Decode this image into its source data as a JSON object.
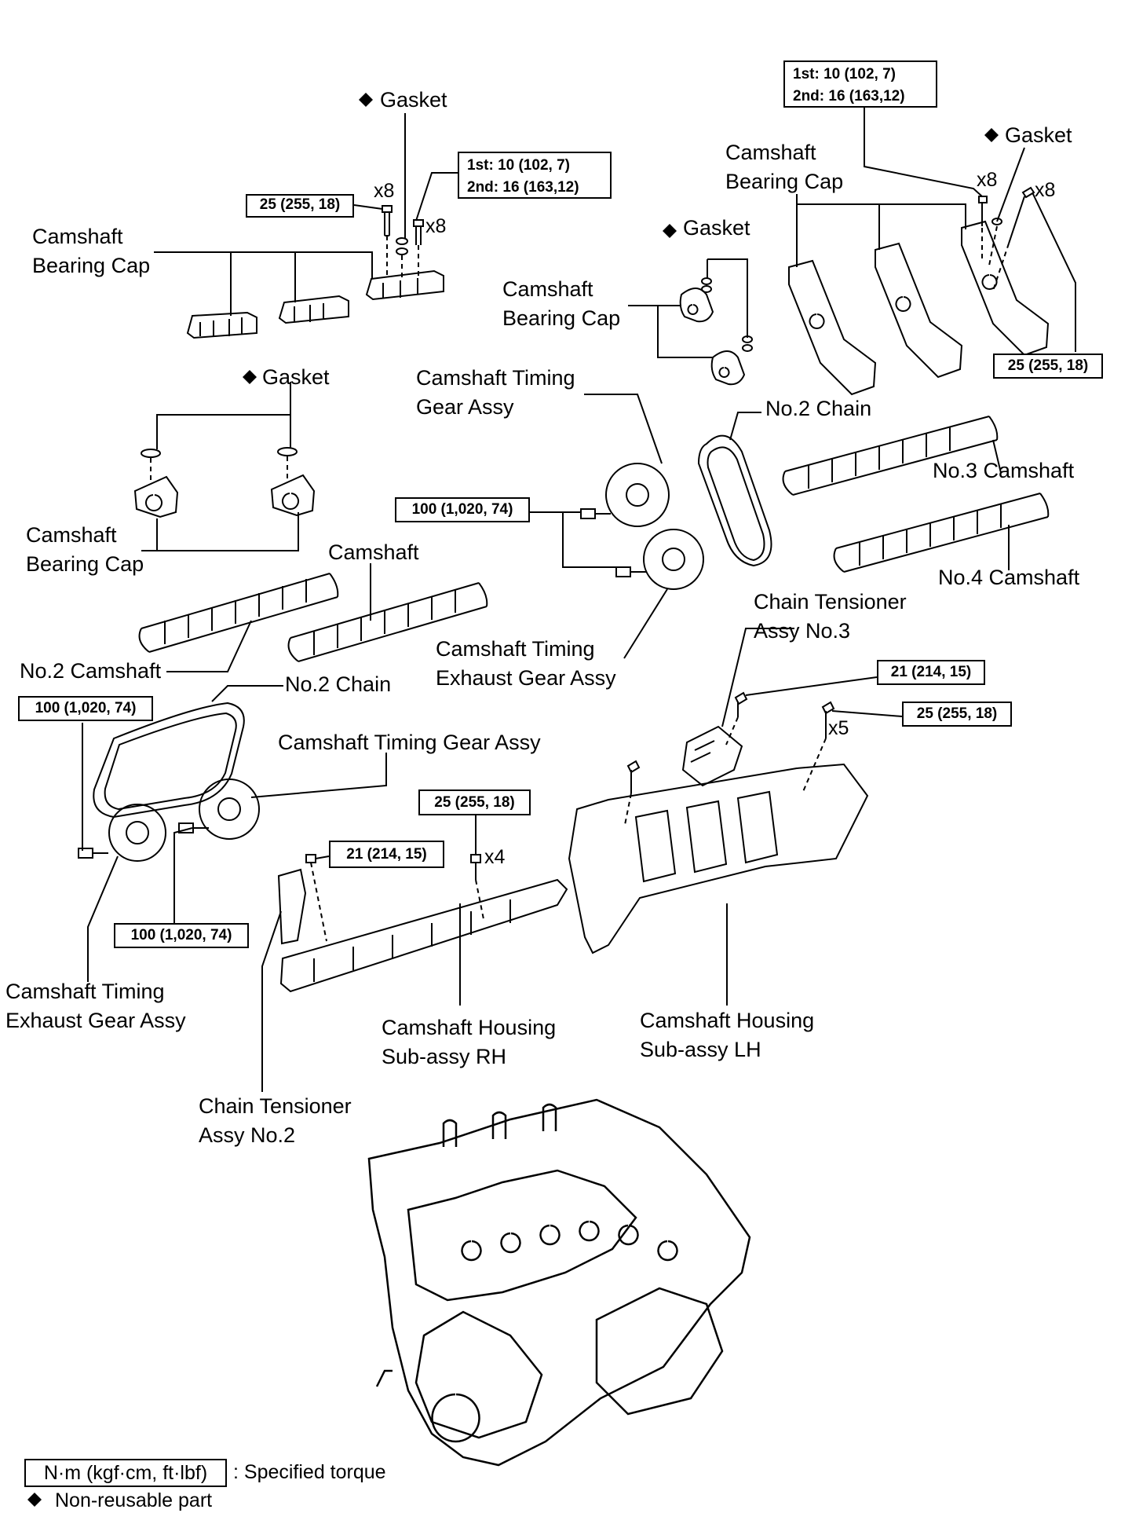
{
  "labels": {
    "gasket_top_center": "Gasket",
    "bearing_cap_top_left_1": "Camshaft",
    "bearing_cap_top_left_2": "Bearing Cap",
    "bearing_cap_top_right_1": "Camshaft",
    "bearing_cap_top_right_2": "Bearing Cap",
    "gasket_top_right": "Gasket",
    "gasket_mid": "Gasket",
    "bearing_cap_mid_1": "Camshaft",
    "bearing_cap_mid_2": "Bearing Cap",
    "gasket_left": "Gasket",
    "bearing_cap_left_1": "Camshaft",
    "bearing_cap_left_2": "Bearing Cap",
    "timing_gear_1": "Camshaft Timing",
    "timing_gear_2": "Gear Assy",
    "no2_chain_right": "No.2 Chain",
    "no3_camshaft": "No.3 Camshaft",
    "no4_camshaft": "No.4 Camshaft",
    "camshaft": "Camshaft",
    "no2_camshaft": "No.2 Camshaft",
    "exhaust_gear_center_1": "Camshaft Timing",
    "exhaust_gear_center_2": "Exhaust Gear Assy",
    "no2_chain_left": "No.2 Chain",
    "timing_gear_left": "Camshaft Timing Gear Assy",
    "tensioner_no3_1": "Chain Tensioner",
    "tensioner_no3_2": "Assy No.3",
    "exhaust_gear_left_1": "Camshaft Timing",
    "exhaust_gear_left_2": "Exhaust Gear Assy",
    "housing_rh_1": "Camshaft Housing",
    "housing_rh_2": "Sub-assy  RH",
    "housing_lh_1": "Camshaft Housing",
    "housing_lh_2": "Sub-assy  LH",
    "tensioner_no2_1": "Chain Tensioner",
    "tensioner_no2_2": "Assy No.2"
  },
  "torques": {
    "t_25_top_left": "25 (255, 18)",
    "t_two_stage_left_1": "1st: 10 (102, 7)",
    "t_two_stage_left_2": "2nd: 16 (163,12)",
    "t_two_stage_right_1": "1st: 10 (102, 7)",
    "t_two_stage_right_2": "2nd: 16 (163,12)",
    "t_25_right": "25 (255, 18)",
    "t_100_center": "100 (1,020, 74)",
    "t_100_left_top": "100 (1,020, 74)",
    "t_100_left_bottom": "100 (1,020, 74)",
    "t_21_tensioner3": "21 (214, 15)",
    "t_25_housing_lh": "25 (255, 18)",
    "t_25_housing_rh": "25 (255, 18)",
    "t_21_tensioner2": "21 (214, 15)"
  },
  "quantities": {
    "q_x8_a": "x8",
    "q_x8_b": "x8",
    "q_x8_c": "x8",
    "q_x8_d": "x8",
    "q_x5": "x5",
    "q_x4": "x4"
  },
  "legend": {
    "torque_unit": "N·m (kgf·cm, ft·lbf)",
    "torque_desc": ": Specified torque",
    "non_reusable": "Non-reusable  part"
  },
  "icons": {
    "non_reusable_mark": "diamond-icon"
  }
}
